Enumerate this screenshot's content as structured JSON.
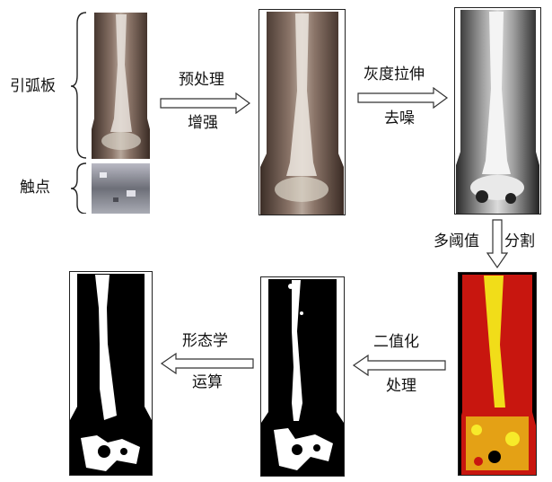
{
  "labels": {
    "arc_plate": "引弧板",
    "contact": "触点",
    "step1_top": "预处理",
    "step1_bottom": "增强",
    "step2_top": "灰度拉伸",
    "step2_bottom": "去噪",
    "step3_left": "多阈值",
    "step3_right": "分割",
    "step4_top": "二值化",
    "step4_bottom": "处理",
    "step5_top": "形态学",
    "step5_bottom": "运算"
  },
  "colors": {
    "segmentation_red": "#d81f14",
    "segmentation_yellow": "#f3e21a",
    "binary_black": "#000000",
    "binary_white": "#ffffff",
    "arrow_outline": "#333333"
  }
}
